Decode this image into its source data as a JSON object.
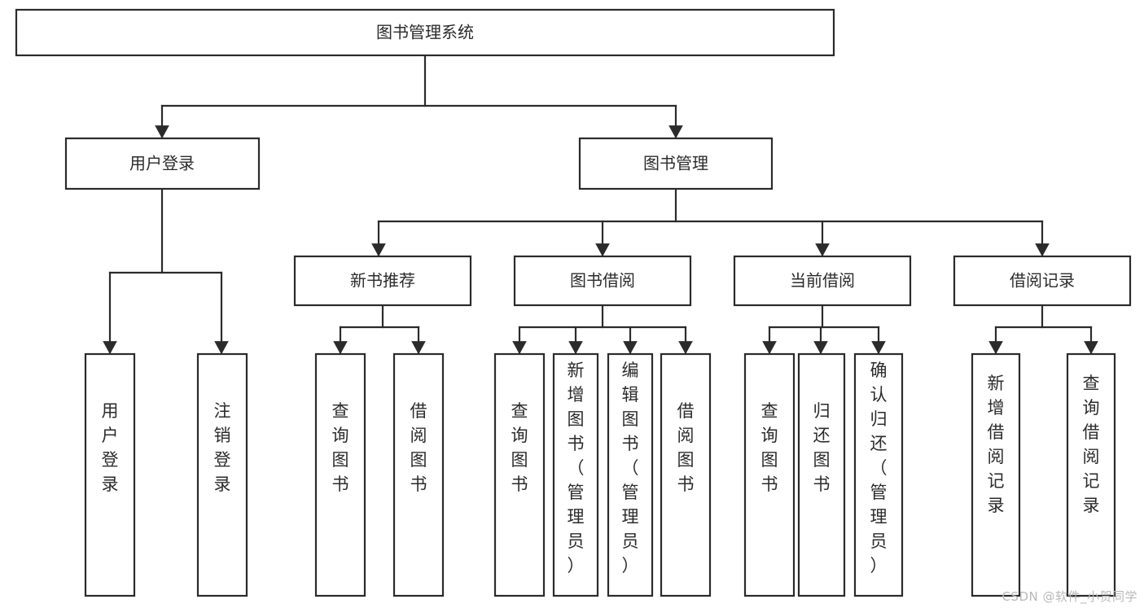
{
  "diagram": {
    "title": "图书管理系统",
    "type": "tree-hierarchy-diagram",
    "orientation": "top-down",
    "colors": {
      "stroke": "#2b2b2b",
      "fill": "#ffffff",
      "text": "#2b2b2b",
      "watermark": "#b9b9b9",
      "background": "#ffffff"
    },
    "root": {
      "label": "图书管理系统"
    },
    "level2": [
      {
        "label": "用户登录"
      },
      {
        "label": "图书管理"
      }
    ],
    "level3": [
      {
        "label": "新书推荐"
      },
      {
        "label": "图书借阅"
      },
      {
        "label": "当前借阅"
      },
      {
        "label": "借阅记录"
      }
    ],
    "leaves": {
      "user_login": [
        {
          "label": "用户登录"
        },
        {
          "label": "注销登录"
        }
      ],
      "new_book_recommend": [
        {
          "label": "查询图书"
        },
        {
          "label": "借阅图书"
        }
      ],
      "book_borrow": [
        {
          "label": "查询图书"
        },
        {
          "label": "新增图书（管理员）"
        },
        {
          "label": "编辑图书（管理员）"
        },
        {
          "label": "借阅图书"
        }
      ],
      "current_borrow": [
        {
          "label": "查询图书"
        },
        {
          "label": "归还图书"
        },
        {
          "label": "确认归还（管理员）"
        }
      ],
      "borrow_record": [
        {
          "label": "新增借阅记录"
        },
        {
          "label": "查询借阅记录"
        }
      ]
    }
  },
  "watermark": {
    "text": "CSDN @软件_小贺同学"
  }
}
